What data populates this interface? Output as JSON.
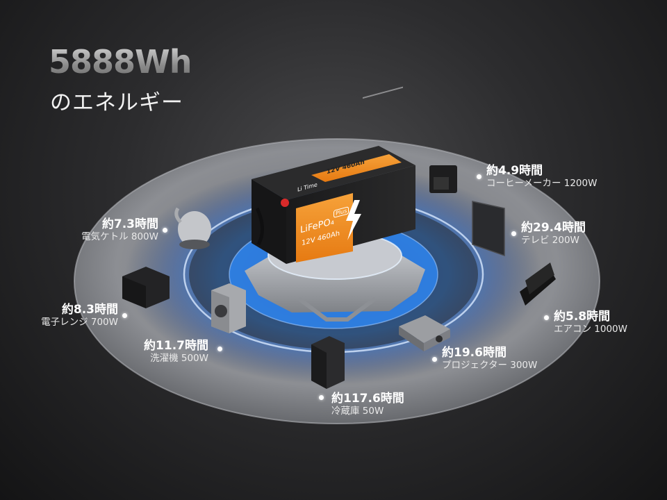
{
  "headline": {
    "capacity": "5888Wh",
    "subtitle": "のエネルギー"
  },
  "battery": {
    "brand_li": "Li",
    "brand_time": "Time",
    "chemistry": "LiFePO₄",
    "badge": "Plus",
    "voltage": "12V",
    "capacity": "460Ah",
    "top_label": "12V 460Ah"
  },
  "devices": [
    {
      "hours": "約4.9時間",
      "device": "コーヒーメーカー 1200W",
      "icon": "coffee-maker-icon"
    },
    {
      "hours": "約29.4時間",
      "device": "テレビ 200W",
      "icon": "tv-icon"
    },
    {
      "hours": "約5.8時間",
      "device": "エアコン 1000W",
      "icon": "air-conditioner-icon"
    },
    {
      "hours": "約19.6時間",
      "device": "プロジェクター 300W",
      "icon": "projector-icon"
    },
    {
      "hours": "約117.6時間",
      "device": "冷蔵庫 50W",
      "icon": "refrigerator-icon"
    },
    {
      "hours": "約11.7時間",
      "device": "洗濯機 500W",
      "icon": "washing-machine-icon"
    },
    {
      "hours": "約8.3時間",
      "device": "電子レンジ 700W",
      "icon": "microwave-icon"
    },
    {
      "hours": "約7.3時間",
      "device": "電気ケトル 800W",
      "icon": "kettle-icon"
    }
  ],
  "colors": {
    "accent_blue": "#2f8cff",
    "battery_orange": "#f08a1c",
    "platform_gray": "#9a9ca0"
  }
}
